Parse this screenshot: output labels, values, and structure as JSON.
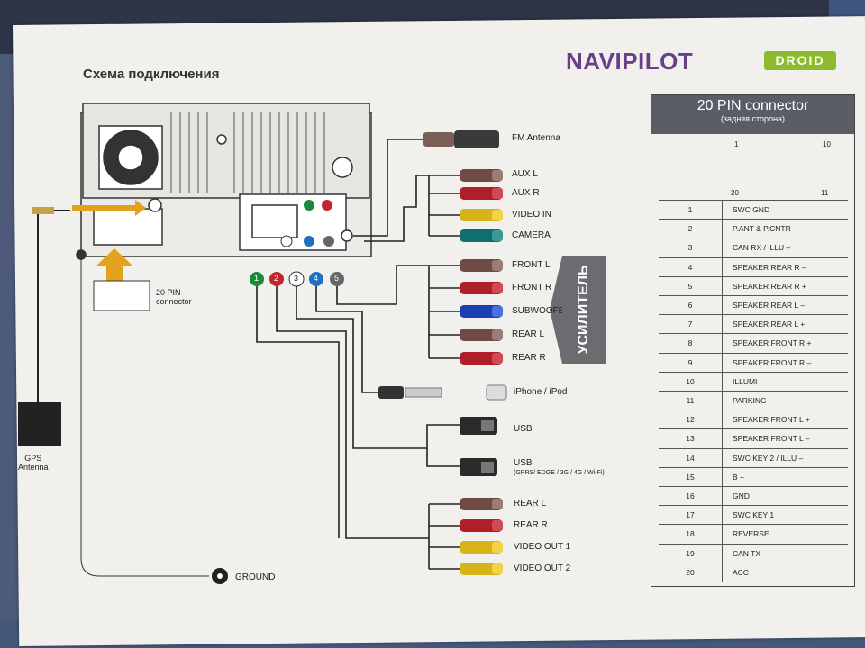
{
  "title": "Схема подключения",
  "brand": {
    "name": "NAVIPILOT",
    "sub": "DROID"
  },
  "colors": {
    "brand_purple": "#6a3f8a",
    "brand_green": "#8dbb2e",
    "wire_green": "#1a8a3c",
    "wire_red": "#c0262b",
    "wire_blue": "#1f6fc1",
    "wire_grey": "#666666",
    "amp_bg": "#6b6b70",
    "arrow_orange": "#e2a21e"
  },
  "labels": {
    "fm_antenna": "FM Antenna",
    "aux_l": "AUX L",
    "aux_r": "AUX R",
    "video_in": "VIDEO IN",
    "camera": "CAMERA",
    "front_l": "FRONT L",
    "front_r": "FRONT R",
    "subwoofer": "SUBWOOFER",
    "rear_l": "REAR L",
    "rear_r": "REAR R",
    "amplifier": "УСИЛИТЕЛЬ",
    "iphone": "iPhone / iPod",
    "usb1": "USB",
    "usb2": "USB",
    "usb2_note": "(GPRS/ EDGE / 3G / 4G / Wi-Fi)",
    "out_rear_l": "REAR L",
    "out_rear_r": "REAR R",
    "video_out_1": "VIDEO OUT 1",
    "video_out_2": "VIDEO OUT 2",
    "ground": "GROUND",
    "gps_antenna": "GPS\nAntenna",
    "pin20_connector": "20 PIN\nconnector"
  },
  "port_numbers": [
    "1",
    "2",
    "3",
    "4",
    "5"
  ],
  "pin_table": {
    "title": "20 PIN connector",
    "subtitle": "(задняя сторона)",
    "corner_labels": {
      "top_left": "1",
      "top_right": "10",
      "bottom_left": "20",
      "bottom_right": "11"
    },
    "rows": [
      {
        "pin": "1",
        "desc": "SWC GND"
      },
      {
        "pin": "2",
        "desc": "P.ANT & P.CNTR"
      },
      {
        "pin": "3",
        "desc": "CAN RX / ILLU –"
      },
      {
        "pin": "4",
        "desc": "SPEAKER REAR R –"
      },
      {
        "pin": "5",
        "desc": "SPEAKER REAR R +"
      },
      {
        "pin": "6",
        "desc": "SPEAKER REAR L –"
      },
      {
        "pin": "7",
        "desc": "SPEAKER REAR L +"
      },
      {
        "pin": "8",
        "desc": "SPEAKER FRONT R +"
      },
      {
        "pin": "9",
        "desc": "SPEAKER FRONT R –"
      },
      {
        "pin": "10",
        "desc": "ILLUMI"
      },
      {
        "pin": "11",
        "desc": "PARKING"
      },
      {
        "pin": "12",
        "desc": "SPEAKER FRONT L +"
      },
      {
        "pin": "13",
        "desc": "SPEAKER FRONT L –"
      },
      {
        "pin": "14",
        "desc": "SWC KEY 2 / ILLU –"
      },
      {
        "pin": "15",
        "desc": "B +"
      },
      {
        "pin": "16",
        "desc": "GND"
      },
      {
        "pin": "17",
        "desc": "SWC KEY 1"
      },
      {
        "pin": "18",
        "desc": "REVERSE"
      },
      {
        "pin": "19",
        "desc": "CAN TX"
      },
      {
        "pin": "20",
        "desc": "ACC"
      }
    ]
  }
}
